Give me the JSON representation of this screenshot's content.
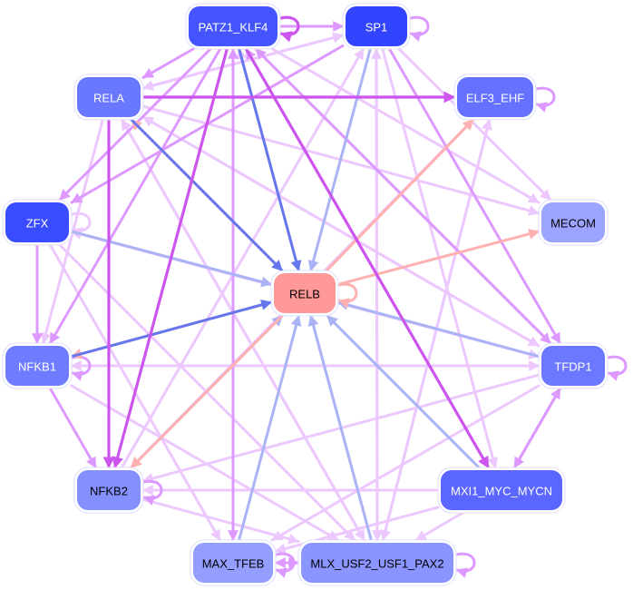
{
  "diagram": {
    "type": "directed-network",
    "nodes": [
      {
        "id": "PATZ1_KLF4",
        "label": "PATZ1_KLF4",
        "fill": "#4455ff",
        "text": "#ffffff"
      },
      {
        "id": "SP1",
        "label": "SP1",
        "fill": "#3344ff",
        "text": "#ffffff"
      },
      {
        "id": "RELA",
        "label": "RELA",
        "fill": "#6a78ff",
        "text": "#ffffff"
      },
      {
        "id": "ELF3_EHF",
        "label": "ELF3_EHF",
        "fill": "#6672ff",
        "text": "#ffffff"
      },
      {
        "id": "ZFX",
        "label": "ZFX",
        "fill": "#3a4cff",
        "text": "#ffffff"
      },
      {
        "id": "MECOM",
        "label": "MECOM",
        "fill": "#9ba4ff",
        "text": "#000000"
      },
      {
        "id": "RELB",
        "label": "RELB",
        "fill": "#ff9999",
        "text": "#000000"
      },
      {
        "id": "NFKB1",
        "label": "NFKB1",
        "fill": "#707cff",
        "text": "#ffffff"
      },
      {
        "id": "TFDP1",
        "label": "TFDP1",
        "fill": "#6c78ff",
        "text": "#ffffff"
      },
      {
        "id": "NFKB2",
        "label": "NFKB2",
        "fill": "#8590ff",
        "text": "#000000"
      },
      {
        "id": "MXI1_MYC_MYCN",
        "label": "MXI1_MYC_MYCN",
        "fill": "#5a66ff",
        "text": "#ffffff"
      },
      {
        "id": "MAX_TFEB",
        "label": "MAX_TFEB",
        "fill": "#949eff",
        "text": "#000000"
      },
      {
        "id": "MLX_USF2_USF1_PAX2",
        "label": "MLX_USF2_USF1_PAX2",
        "fill": "#8a95ff",
        "text": "#000000"
      }
    ],
    "edge_colors": {
      "violet_strong": "#cc55ee",
      "violet": "#dd99ff",
      "violet_light": "#ecc8ff",
      "blue": "#6677ee",
      "blue_light": "#aab4f5",
      "salmon": "#ffb0b0"
    },
    "edges": [
      {
        "from": "PATZ1_KLF4",
        "to": "PATZ1_KLF4",
        "color": "violet_strong"
      },
      {
        "from": "PATZ1_KLF4",
        "to": "SP1",
        "color": "violet"
      },
      {
        "from": "SP1",
        "to": "SP1",
        "color": "violet"
      },
      {
        "from": "RELA",
        "to": "ELF3_EHF",
        "color": "violet_strong"
      },
      {
        "from": "ELF3_EHF",
        "to": "ELF3_EHF",
        "color": "violet"
      },
      {
        "from": "ZFX",
        "to": "ZFX",
        "color": "violet_light"
      },
      {
        "from": "NFKB1",
        "to": "NFKB1",
        "color": "violet"
      },
      {
        "from": "TFDP1",
        "to": "TFDP1",
        "color": "violet"
      },
      {
        "from": "NFKB2",
        "to": "NFKB2",
        "color": "violet"
      },
      {
        "from": "MAX_TFEB",
        "to": "MAX_TFEB",
        "color": "violet"
      },
      {
        "from": "MLX_USF2_USF1_PAX2",
        "to": "MLX_USF2_USF1_PAX2",
        "color": "violet"
      },
      {
        "from": "RELB",
        "to": "RELB",
        "color": "salmon"
      },
      {
        "from": "PATZ1_KLF4",
        "to": "RELB",
        "color": "blue"
      },
      {
        "from": "SP1",
        "to": "RELB",
        "color": "blue_light"
      },
      {
        "from": "RELA",
        "to": "RELB",
        "color": "blue"
      },
      {
        "from": "RELB",
        "to": "RELA",
        "color": "salmon"
      },
      {
        "from": "ZFX",
        "to": "RELB",
        "color": "blue_light"
      },
      {
        "from": "NFKB1",
        "to": "RELB",
        "color": "blue"
      },
      {
        "from": "RELB",
        "to": "NFKB1",
        "color": "salmon"
      },
      {
        "from": "NFKB2",
        "to": "RELB",
        "color": "blue_light"
      },
      {
        "from": "RELB",
        "to": "NFKB2",
        "color": "salmon"
      },
      {
        "from": "TFDP1",
        "to": "RELB",
        "color": "blue_light"
      },
      {
        "from": "MXI1_MYC_MYCN",
        "to": "RELB",
        "color": "blue_light"
      },
      {
        "from": "MAX_TFEB",
        "to": "RELB",
        "color": "blue_light"
      },
      {
        "from": "MLX_USF2_USF1_PAX2",
        "to": "RELB",
        "color": "blue_light"
      },
      {
        "from": "RELB",
        "to": "ELF3_EHF",
        "color": "salmon"
      },
      {
        "from": "RELB",
        "to": "MECOM",
        "color": "salmon"
      },
      {
        "from": "RELA",
        "to": "NFKB2",
        "color": "violet_strong"
      },
      {
        "from": "PATZ1_KLF4",
        "to": "NFKB2",
        "color": "violet_strong"
      },
      {
        "from": "NFKB1",
        "to": "NFKB2",
        "color": "violet"
      },
      {
        "from": "ZFX",
        "to": "NFKB1",
        "color": "violet"
      },
      {
        "from": "PATZ1_KLF4",
        "to": "MXI1_MYC_MYCN",
        "color": "violet_strong"
      },
      {
        "from": "PATZ1_KLF4",
        "to": "TFDP1",
        "color": "violet"
      },
      {
        "from": "SP1",
        "to": "MXI1_MYC_MYCN",
        "color": "violet_light"
      },
      {
        "from": "SP1",
        "to": "TFDP1",
        "color": "violet"
      },
      {
        "from": "SP1",
        "to": "MLX_USF2_USF1_PAX2",
        "color": "violet_light"
      },
      {
        "from": "SP1",
        "to": "ZFX",
        "color": "violet"
      },
      {
        "from": "SP1",
        "to": "RELA",
        "color": "violet_light"
      },
      {
        "from": "SP1",
        "to": "MECOM",
        "color": "violet_light"
      },
      {
        "from": "PATZ1_KLF4",
        "to": "MAX_TFEB",
        "color": "violet"
      },
      {
        "from": "PATZ1_KLF4",
        "to": "RELA",
        "color": "violet"
      },
      {
        "from": "PATZ1_KLF4",
        "to": "ZFX",
        "color": "violet"
      },
      {
        "from": "PATZ1_KLF4",
        "to": "NFKB1",
        "color": "violet"
      },
      {
        "from": "PATZ1_KLF4",
        "to": "MECOM",
        "color": "violet_light"
      },
      {
        "from": "TFDP1",
        "to": "PATZ1_KLF4",
        "color": "violet"
      },
      {
        "from": "TFDP1",
        "to": "MXI1_MYC_MYCN",
        "color": "violet"
      },
      {
        "from": "MXI1_MYC_MYCN",
        "to": "TFDP1",
        "color": "violet"
      },
      {
        "from": "TFDP1",
        "to": "NFKB1",
        "color": "violet_light"
      },
      {
        "from": "TFDP1",
        "to": "NFKB2",
        "color": "violet_light"
      },
      {
        "from": "TFDP1",
        "to": "MAX_TFEB",
        "color": "violet_light"
      },
      {
        "from": "TFDP1",
        "to": "ZFX",
        "color": "violet_light"
      },
      {
        "from": "RELA",
        "to": "MECOM",
        "color": "violet_light"
      },
      {
        "from": "RELA",
        "to": "MLX_USF2_USF1_PAX2",
        "color": "violet_light"
      },
      {
        "from": "RELA",
        "to": "NFKB1",
        "color": "violet_light"
      },
      {
        "from": "RELA",
        "to": "TFDP1",
        "color": "violet_light"
      },
      {
        "from": "ZFX",
        "to": "MLX_USF2_USF1_PAX2",
        "color": "violet_light"
      },
      {
        "from": "ZFX",
        "to": "MAX_TFEB",
        "color": "violet_light"
      },
      {
        "from": "ZFX",
        "to": "TFDP1",
        "color": "violet_light"
      },
      {
        "from": "NFKB1",
        "to": "TFDP1",
        "color": "violet_light"
      },
      {
        "from": "NFKB1",
        "to": "MLX_USF2_USF1_PAX2",
        "color": "violet_light"
      },
      {
        "from": "ELF3_EHF",
        "to": "MLX_USF2_USF1_PAX2",
        "color": "violet_light"
      },
      {
        "from": "MLX_USF2_USF1_PAX2",
        "to": "ELF3_EHF",
        "color": "violet_light"
      },
      {
        "from": "ELF3_EHF",
        "to": "NFKB2",
        "color": "violet_light"
      },
      {
        "from": "MXI1_MYC_MYCN",
        "to": "MAX_TFEB",
        "color": "violet_light"
      },
      {
        "from": "MXI1_MYC_MYCN",
        "to": "NFKB2",
        "color": "violet_light"
      },
      {
        "from": "MXI1_MYC_MYCN",
        "to": "MLX_USF2_USF1_PAX2",
        "color": "violet_light"
      },
      {
        "from": "MAX_TFEB",
        "to": "MLX_USF2_USF1_PAX2",
        "color": "violet"
      },
      {
        "from": "MLX_USF2_USF1_PAX2",
        "to": "MAX_TFEB",
        "color": "violet"
      },
      {
        "from": "NFKB2",
        "to": "MLX_USF2_USF1_PAX2",
        "color": "violet_light"
      },
      {
        "from": "MAX_TFEB",
        "to": "PATZ1_KLF4",
        "color": "violet"
      },
      {
        "from": "MLX_USF2_USF1_PAX2",
        "to": "PATZ1_KLF4",
        "color": "violet_light"
      },
      {
        "from": "MLX_USF2_USF1_PAX2",
        "to": "SP1",
        "color": "violet_light"
      },
      {
        "from": "MLX_USF2_USF1_PAX2",
        "to": "RELA",
        "color": "violet_light"
      },
      {
        "from": "TFDP1",
        "to": "RELA",
        "color": "violet_light"
      },
      {
        "from": "MXI1_MYC_MYCN",
        "to": "PATZ1_KLF4",
        "color": "violet"
      },
      {
        "from": "NFKB2",
        "to": "SP1",
        "color": "violet_light"
      },
      {
        "from": "RELA",
        "to": "SP1",
        "color": "violet_light"
      }
    ]
  }
}
